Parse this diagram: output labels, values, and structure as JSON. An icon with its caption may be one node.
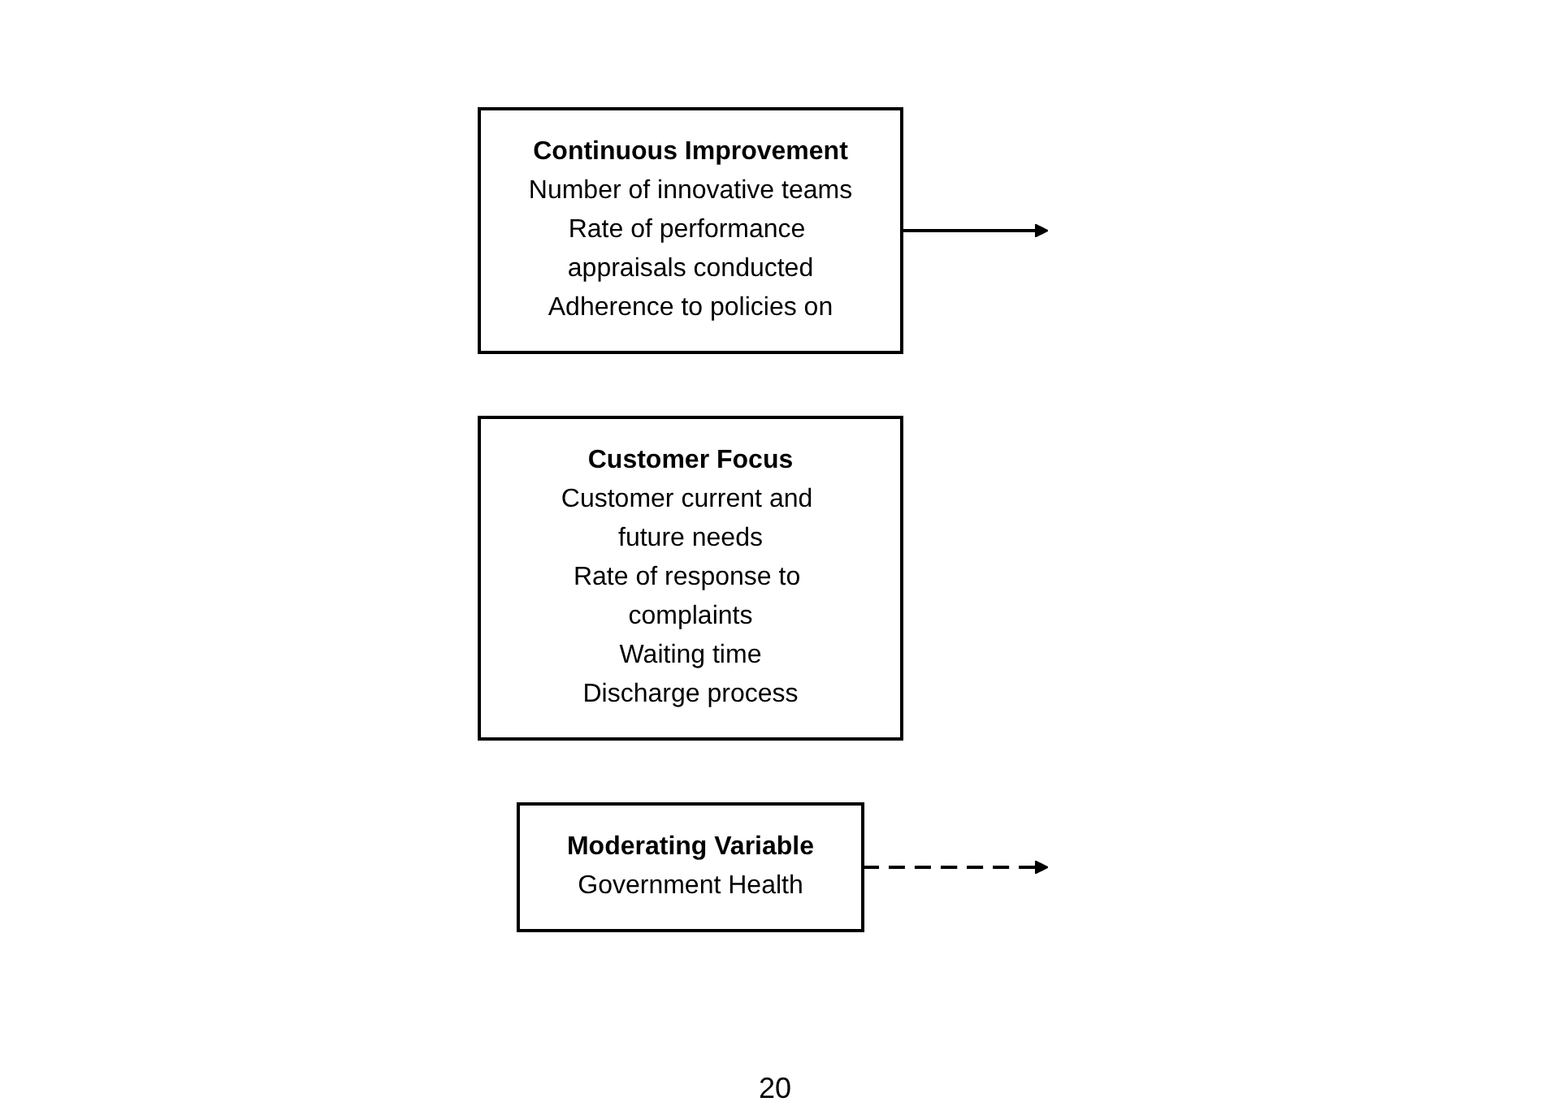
{
  "diagram": {
    "nodes": [
      {
        "text": [
          "Continuous Improvement",
          "Number of innovative teams",
          "Rate of performance appraisals conducted",
          "Adherence to policies on"
        ]
      },
      {
        "text": [
          "Customer Focus",
          "Customer current and future needs",
          "Rate of response to complaints",
          "Waiting time",
          "Discharge process"
        ]
      },
      {
        "text": [
          "Moderating Variable",
          "Government Health"
        ]
      }
    ],
    "edges": [
      {
        "from": 0,
        "to": null,
        "arrow": "to"
      },
      {
        "from": 2,
        "to": null,
        "arrow": "to",
        "style": "dashed"
      }
    ],
    "labels": [
      "20"
    ]
  }
}
